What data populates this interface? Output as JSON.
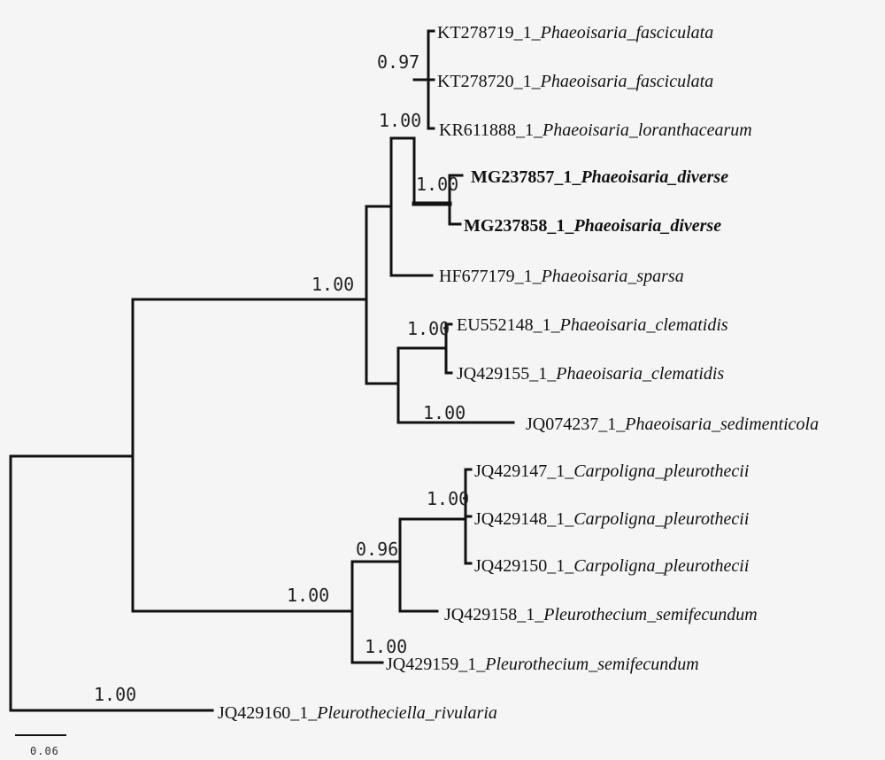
{
  "tree": {
    "taxa": [
      {
        "acc": "KT278719_1_",
        "sp": "Phaeoisaria_fasciculata",
        "bold": false
      },
      {
        "acc": "KT278720_1_",
        "sp": "Phaeoisaria_fasciculata",
        "bold": false
      },
      {
        "acc": "KR611888_1_",
        "sp": "Phaeoisaria_loranthacearum",
        "bold": false
      },
      {
        "acc": "MG237857_1_",
        "sp": "Phaeoisaria_diverse",
        "bold": true
      },
      {
        "acc": "MG237858_1_",
        "sp": "Phaeoisaria_diverse",
        "bold": true
      },
      {
        "acc": "HF677179_1_",
        "sp": "Phaeoisaria_sparsa",
        "bold": false
      },
      {
        "acc": "EU552148_1_",
        "sp": "Phaeoisaria_clematidis",
        "bold": false
      },
      {
        "acc": "JQ429155_1_",
        "sp": "Phaeoisaria_clematidis",
        "bold": false
      },
      {
        "acc": "JQ074237_1_",
        "sp": "Phaeoisaria_sedimenticola",
        "bold": false
      },
      {
        "acc": "JQ429147_1_",
        "sp": "Carpoligna_pleurothecii",
        "bold": false
      },
      {
        "acc": "JQ429148_1_",
        "sp": "Carpoligna_pleurothecii",
        "bold": false
      },
      {
        "acc": "JQ429150_1_",
        "sp": "Carpoligna_pleurothecii",
        "bold": false
      },
      {
        "acc": "JQ429158_1_",
        "sp": "Pleurothecium_semifecundum",
        "bold": false
      },
      {
        "acc": "JQ429159_1_",
        "sp": "Pleurothecium_semifecundum",
        "bold": false
      },
      {
        "acc": "JQ429160_1_",
        "sp": "Pleurotheciella_rivularia",
        "bold": false
      }
    ],
    "supports": [
      "0.97",
      "1.00",
      "1.00",
      "1.00",
      "1.00",
      "1.00",
      "1.00",
      "0.96",
      "1.00",
      "1.00",
      "1.00"
    ],
    "scale_bar_label": "0.06"
  }
}
